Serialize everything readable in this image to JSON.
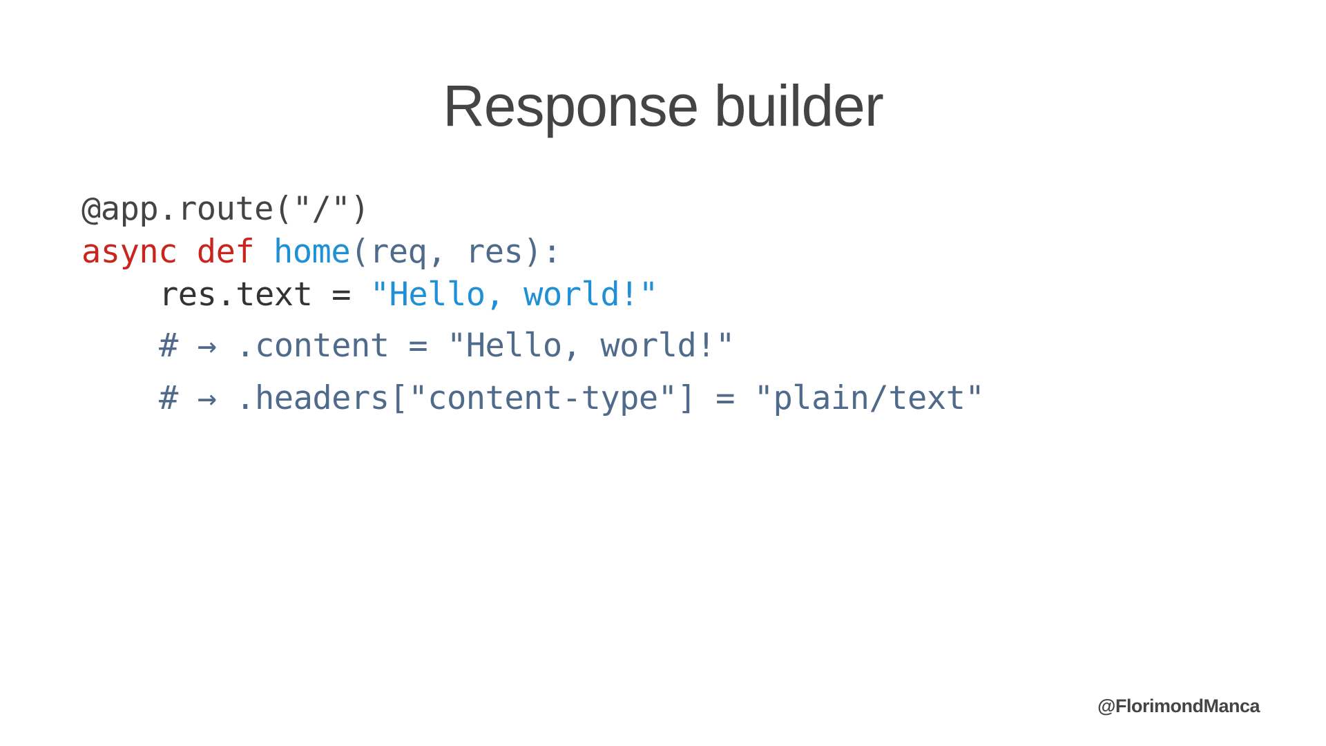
{
  "slide": {
    "title": "Response builder",
    "handle": "@FlorimondManca"
  },
  "code": {
    "lines": [
      [
        {
          "text": "@app.route(\"/\")",
          "role": "decorator"
        }
      ],
      [
        {
          "text": "async",
          "role": "keyword"
        },
        {
          "text": " ",
          "role": "space"
        },
        {
          "text": "def",
          "role": "keyword"
        },
        {
          "text": " ",
          "role": "space"
        },
        {
          "text": "home",
          "role": "function"
        },
        {
          "text": "(req, res):",
          "role": "params"
        }
      ],
      [
        {
          "text": "res.text = ",
          "role": "plain"
        },
        {
          "text": "\"Hello, world!\"",
          "role": "string"
        }
      ],
      [
        {
          "text": "# → .content = \"Hello, world!\"",
          "role": "comment"
        }
      ],
      [
        {
          "text": "# → .headers[\"content-type\"] = \"plain/text\"",
          "role": "comment"
        }
      ]
    ]
  },
  "colors": {
    "background": "#ffffff",
    "title": "#444444",
    "decorator": "#444444",
    "keyword": "#c8251f",
    "function": "#1f8fd6",
    "params": "#4f6a8a",
    "plain": "#333333",
    "string": "#1f8fd6",
    "comment": "#4f6a8a",
    "handle": "#444444"
  }
}
